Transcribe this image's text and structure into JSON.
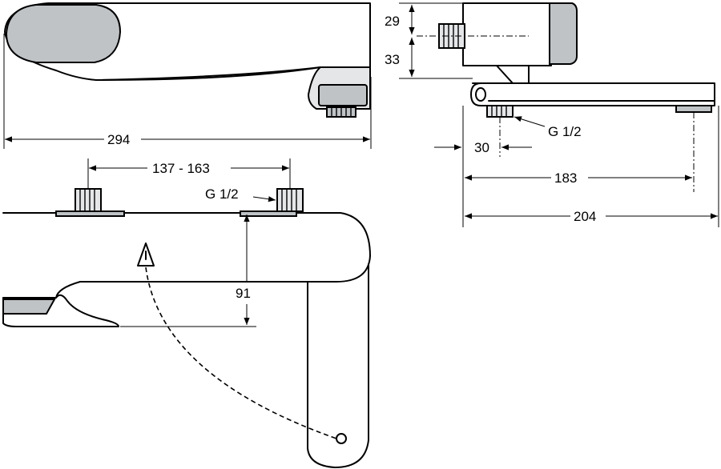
{
  "dimensions": {
    "total_length_top": "294",
    "height_upper": "29",
    "height_lower": "33",
    "thread_right": "G 1/2",
    "offset_30": "30",
    "length_183": "183",
    "length_204": "204",
    "spacing": "137 - 163",
    "thread_front": "G 1/2",
    "height_91": "91"
  },
  "colors": {
    "line": "#000000",
    "shade": "#bfc3c6",
    "background": "#ffffff"
  }
}
